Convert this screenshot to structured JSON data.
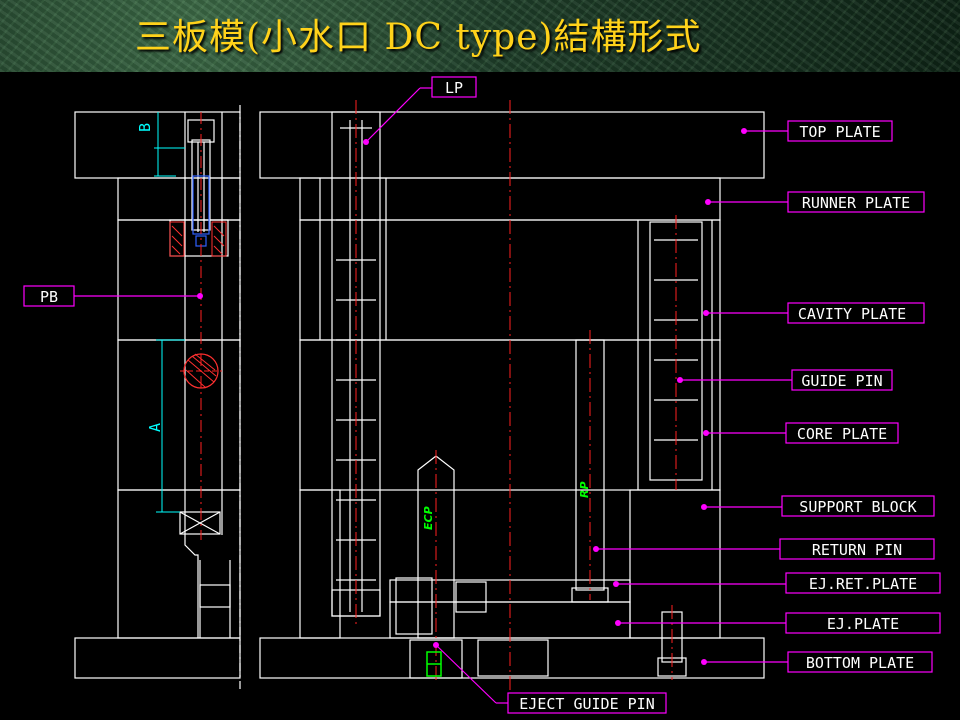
{
  "title": "三板模(小水口 DC type)結構形式",
  "labels": {
    "lp": "LP",
    "pb": "PB",
    "top_plate": "TOP  PLATE",
    "runner_plate": "RUNNER  PLATE",
    "cavity_plate": "CAVITY  PLATE",
    "guide_pin": "GUIDE  PIN",
    "core_plate": "CORE  PLATE",
    "support_block": "SUPPORT  BLOCK",
    "return_pin": "RETURN  PIN",
    "ej_ret_plate": "EJ.RET.PLATE",
    "ej_plate": "EJ.PLATE",
    "bottom_plate": "BOTTOM  PLATE",
    "eject_guide_pin": "EJECT  GUIDE  PIN"
  },
  "dimension_labels": {
    "a": "A",
    "b": "B"
  },
  "part_marks": {
    "ecp": "ECP",
    "rp": "RP"
  },
  "colors": {
    "title": "#ffd21a",
    "outline": "#ffffff",
    "leader": "#ff00ff",
    "centerline": "#ff2020",
    "dimension": "#00ffff",
    "mark": "#00ff00",
    "section": "#ff3030",
    "insert": "#3060ff"
  }
}
